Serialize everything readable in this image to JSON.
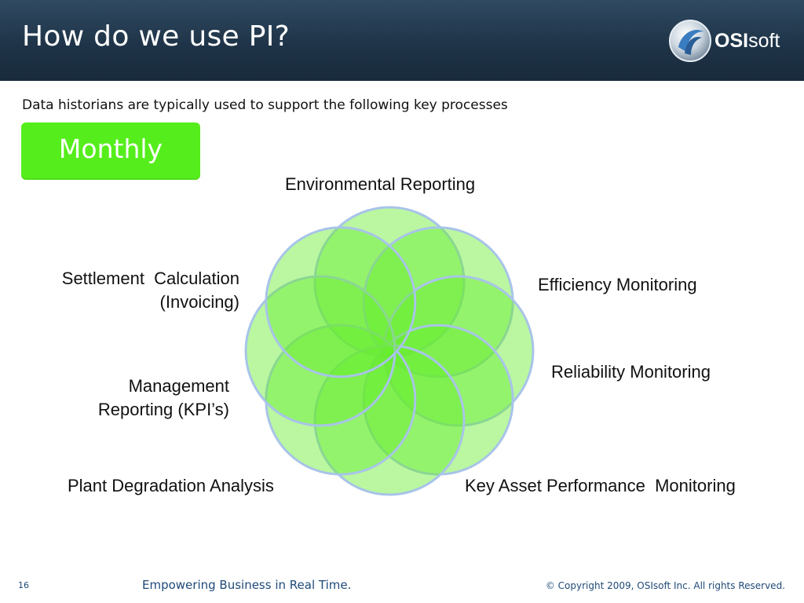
{
  "header": {
    "title": "How do we use PI?",
    "logo": {
      "bold": "OSI",
      "rest": "soft",
      "mark": "osisoft-logo-mark"
    }
  },
  "subtitle": "Data historians are typically used to support the following key processes",
  "badge": {
    "label": "Monthly",
    "color": "#55ee1c"
  },
  "diagram": {
    "petals": 8,
    "colors": {
      "fill": "#66ee2c",
      "stroke": "#a8c4e8"
    },
    "processes": [
      {
        "id": "environmental-reporting",
        "label": "Environmental Reporting"
      },
      {
        "id": "efficiency-monitoring",
        "label": "Efficiency Monitoring"
      },
      {
        "id": "reliability-monitoring",
        "label": "Reliability Monitoring"
      },
      {
        "id": "key-asset-performance-monitoring",
        "label": "Key Asset Performance  Monitoring"
      },
      {
        "id": "plant-degradation-analysis",
        "label": "Plant Degradation Analysis"
      },
      {
        "id": "management-reporting",
        "label": "Management\nReporting (KPI’s)"
      },
      {
        "id": "settlement-calculation",
        "label": "Settlement  Calculation\n(Invoicing)"
      }
    ]
  },
  "footer": {
    "page_number": "16",
    "tagline": "Empowering Business in Real Time.",
    "copyright": "© Copyright 2009, OSIsoft Inc.  All rights Reserved."
  }
}
